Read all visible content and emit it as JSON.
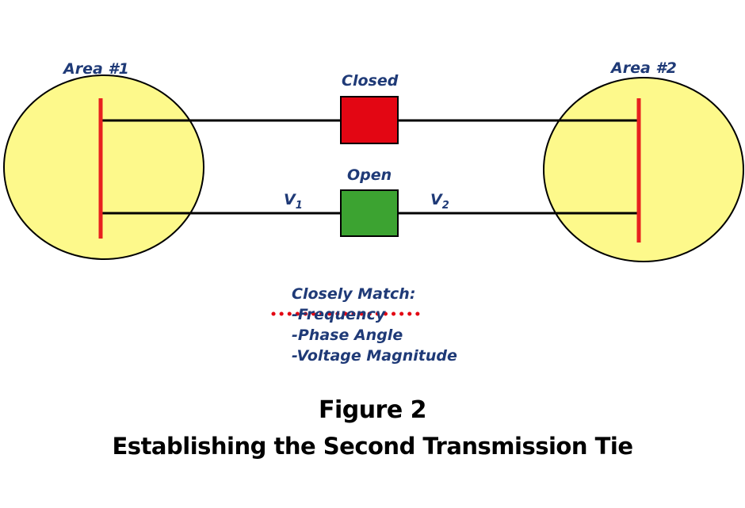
{
  "areas": [
    {
      "label": "Area #1"
    },
    {
      "label": "Area #2"
    }
  ],
  "breakers": {
    "closed_label": "Closed",
    "open_label": "Open"
  },
  "voltages": {
    "v1_base": "V",
    "v1_sub": "1",
    "v2_base": "V",
    "v2_sub": "2"
  },
  "match": {
    "heading": "Closely Match:",
    "items": [
      "-Frequency",
      "-Phase Angle",
      "-Voltage Magnitude"
    ]
  },
  "caption": {
    "title": "Figure 2",
    "subtitle": "Establishing the Second Transmission Tie"
  },
  "colors": {
    "area_fill": "#fdf98b",
    "bus": "#e8201f",
    "closed": "#e30613",
    "open": "#3ca331",
    "text": "#1f3a77",
    "dots": "#e30613"
  }
}
